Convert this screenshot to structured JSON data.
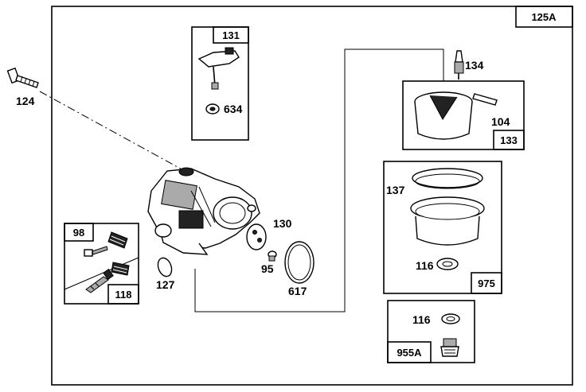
{
  "header_text": "",
  "boxes": {
    "outer": "125A",
    "float_assembly": "131",
    "float": "133",
    "spring_kit": "98",
    "spring_kit_sub": "118",
    "gasket_kit": "975",
    "drain_kit": "955A"
  },
  "parts": {
    "p124": "124",
    "p634": "634",
    "p134": "134",
    "p104": "104",
    "p137": "137",
    "p116a": "116",
    "p116b": "116",
    "p130": "130",
    "p95": "95",
    "p617": "617",
    "p127": "127"
  }
}
